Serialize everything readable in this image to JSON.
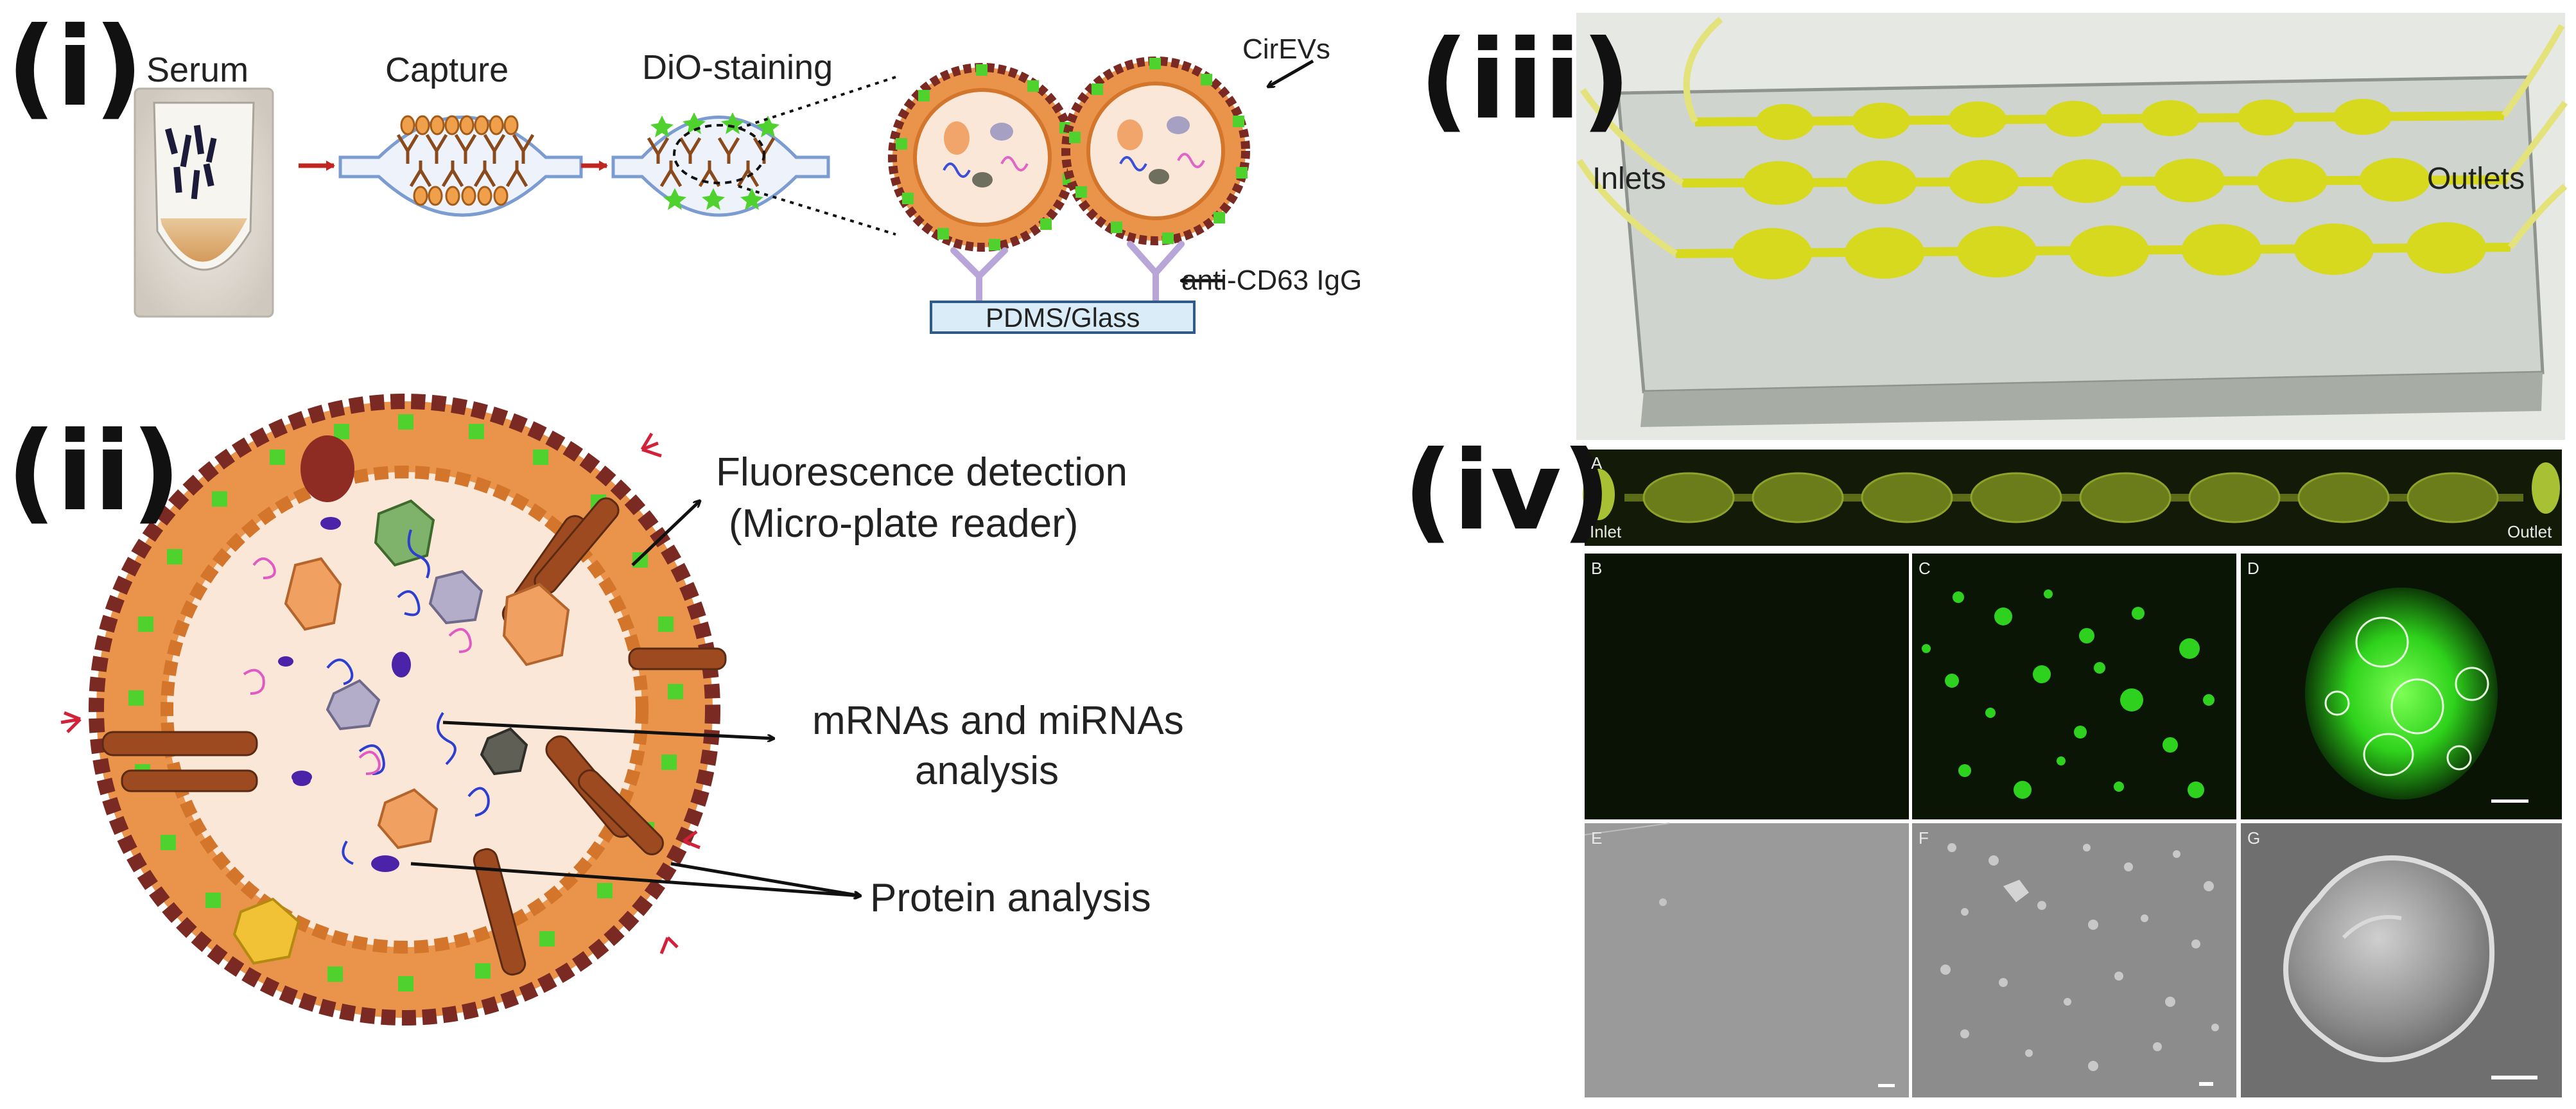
{
  "panel_labels": {
    "p1": "(i)",
    "p2": "(ii)",
    "p3": "(iii)",
    "p4": "(iv)"
  },
  "panel_i": {
    "serum": "Serum",
    "capture": "Capture",
    "dio": "DiO-staining",
    "cirevs": "CirEVs",
    "anti": "anti-CD63 IgG",
    "substrate": "PDMS/Glass"
  },
  "panel_ii": {
    "fluor_line1": "Fluorescence detection",
    "fluor_line2": "(Micro-plate reader)",
    "rna_line1": "mRNAs and miRNAs",
    "rna_line2": "analysis",
    "protein": "Protein analysis"
  },
  "panel_iii": {
    "inlets": "Inlets",
    "outlets": "Outlets"
  },
  "panel_iv": {
    "a": "A",
    "inlet": "Inlet",
    "outlet": "Outlet",
    "b": "B",
    "c": "C",
    "d": "D",
    "e": "E",
    "f": "F",
    "g": "G"
  },
  "colors": {
    "membrane": "#7a2a22",
    "lipid": "#e38a2b",
    "interior": "#fbe7d8",
    "marker": "#4fd12e",
    "antibody": "#8b4a1c",
    "igg": "#b8a6d9",
    "arrow_red": "#c0261f",
    "channel_yellow": "#d7d91f",
    "fluor_green": "#27c21d"
  }
}
